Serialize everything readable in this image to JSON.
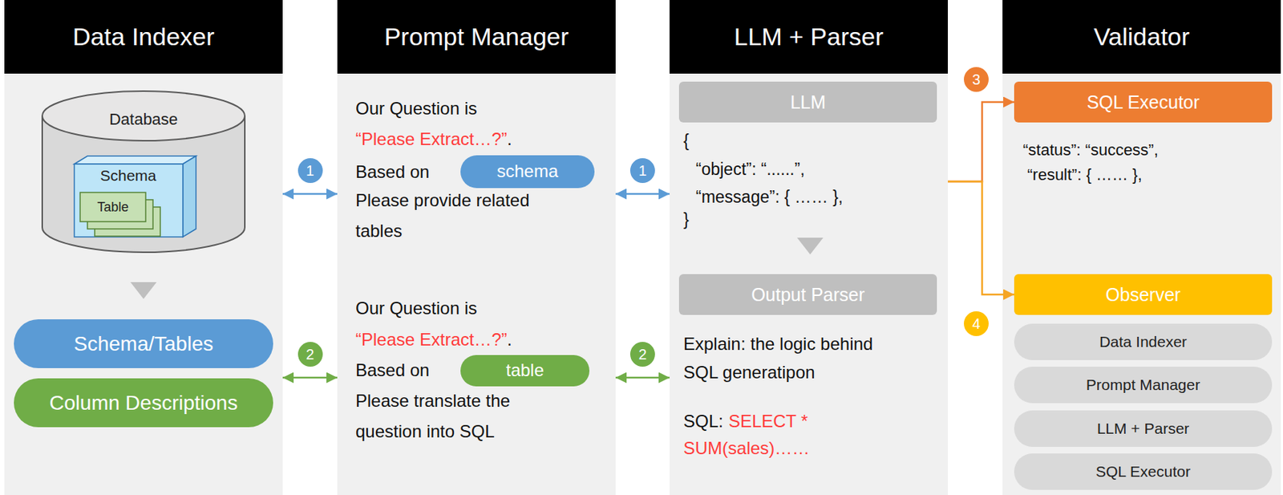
{
  "diagram": {
    "nodes": [
      {
        "text": [
          "Data Indexer"
        ]
      },
      {
        "text": [
          "Database"
        ],
        "in": 0
      },
      {
        "text": [
          "Schema"
        ],
        "in": 1
      },
      {
        "text": [
          "Table"
        ],
        "in": 2
      },
      {
        "text": [
          "Schema/Tables"
        ],
        "in": 0
      },
      {
        "text": [
          "Column Descriptions"
        ],
        "in": 0
      },
      {
        "text": [
          "Prompt Manager",
          "Our Question is",
          "“Please Extract…?”",
          ".",
          "Based on",
          "Please provide related tables",
          "Our Question is",
          "“Please Extract…?”",
          ".",
          "Based on",
          "Please translate the question into SQL"
        ]
      },
      {
        "text": [
          "schema"
        ],
        "in": 6
      },
      {
        "text": [
          "table"
        ],
        "in": 6
      },
      {
        "text": [
          "LLM + Parser",
          "{",
          "“object”: “......”,",
          "“message”: { …… },",
          "}",
          "Explain: the logic behind SQL generatipon",
          "SQL:",
          "SELECT * SUM(sales)……"
        ]
      },
      {
        "text": [
          "LLM"
        ],
        "in": 9
      },
      {
        "text": [
          "Output Parser"
        ],
        "in": 9
      },
      {
        "text": [
          "Validator",
          "“status”: “success”,",
          "“result”: { …… },"
        ]
      },
      {
        "text": [
          "SQL Executor"
        ],
        "in": 12
      },
      {
        "text": [
          "Observer"
        ],
        "in": 12
      },
      {
        "text": [
          "Data Indexer"
        ],
        "in": 12
      },
      {
        "text": [
          "Prompt Manager"
        ],
        "in": 12
      },
      {
        "text": [
          "LLM + Parser"
        ],
        "in": 12
      },
      {
        "text": [
          "SQL Executor"
        ],
        "in": 12
      }
    ],
    "edges": [
      {
        "from": 0,
        "to": 6,
        "arrow": "both",
        "label": "1"
      },
      {
        "from": 6,
        "to": 9,
        "arrow": "both",
        "label": "1"
      },
      {
        "from": 0,
        "to": 6,
        "arrow": "both",
        "label": "2"
      },
      {
        "from": 6,
        "to": 9,
        "arrow": "both",
        "label": "2"
      },
      {
        "from": 9,
        "to": 13,
        "arrow": "to"
      },
      {
        "from": 9,
        "to": 14,
        "arrow": "to"
      }
    ],
    "labels": [
      "3",
      "4"
    ]
  }
}
